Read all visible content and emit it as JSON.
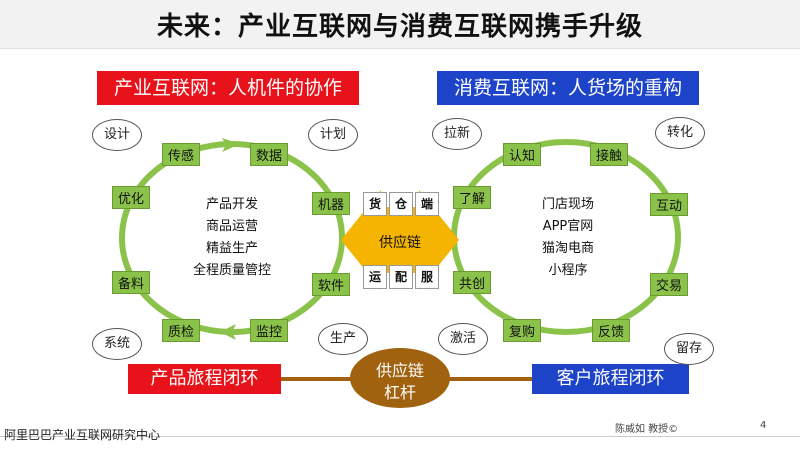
{
  "title": "未来：产业互联网与消费互联网携手升级",
  "left": {
    "banner": "产业互联网：人机件的协作",
    "nodes": [
      "传感",
      "数据",
      "机器",
      "软件",
      "监控",
      "质检",
      "备料",
      "优化"
    ],
    "ovals": [
      "设计",
      "计划",
      "系统",
      "生产"
    ],
    "center": [
      "产品开发",
      "商品运营",
      "精益生产",
      "全程质量管控"
    ],
    "bottom_banner": "产品旅程闭环"
  },
  "right": {
    "banner": "消费互联网：人货场的重构",
    "nodes": [
      "认知",
      "接触",
      "互动",
      "交易",
      "反馈",
      "复购",
      "共创",
      "了解"
    ],
    "ovals": [
      "拉新",
      "转化",
      "激活",
      "留存"
    ],
    "center": [
      "门店现场",
      "APP官网",
      "猫淘电商",
      "小程序"
    ],
    "bottom_banner": "客户旅程闭环"
  },
  "hub": {
    "top": [
      "货",
      "仓",
      "端"
    ],
    "label": "供应链",
    "bottom": [
      "运",
      "配",
      "服"
    ]
  },
  "lever": {
    "line1": "供应链",
    "line2": "杠杆"
  },
  "footer": {
    "org": "阿里巴巴产业互联网研究中心",
    "author": "陈威如 教授©",
    "page": "4"
  },
  "colors": {
    "red": "#e8131a",
    "blue": "#1d43c8",
    "green": "#8bc34a",
    "gold": "#f4b400",
    "bronze": "#a0620e"
  }
}
